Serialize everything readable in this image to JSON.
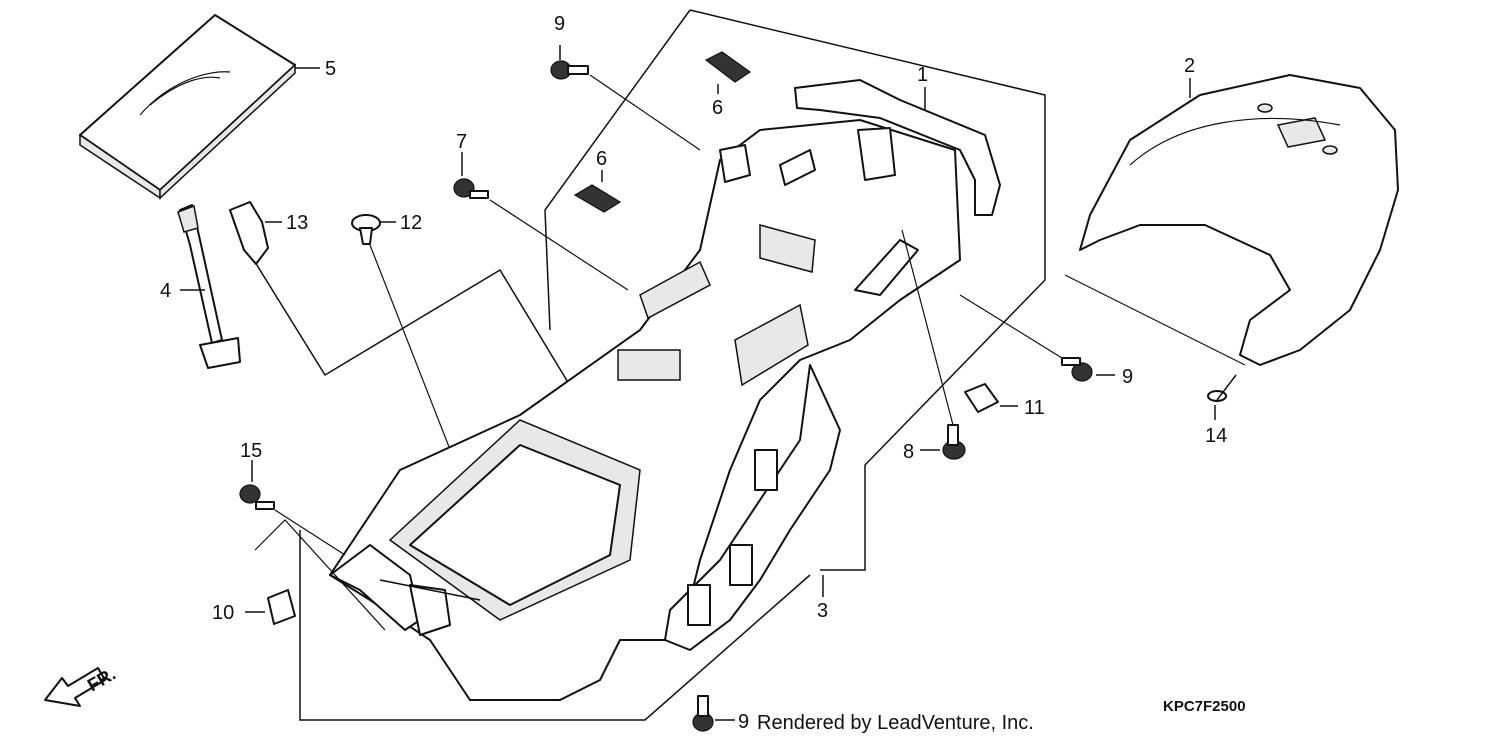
{
  "labels": {
    "l1": "1",
    "l2": "2",
    "l3": "3",
    "l4": "4",
    "l5": "5",
    "l6a": "6",
    "l6b": "6",
    "l7": "7",
    "l8": "8",
    "l9a": "9",
    "l9b": "9",
    "l9c": "9",
    "l10": "10",
    "l11": "11",
    "l12": "12",
    "l13": "13",
    "l14": "14",
    "l15": "15"
  },
  "footer": {
    "rendered_by": "Rendered by LeadVenture, Inc.",
    "diagram_code": "KPC7F2500"
  },
  "direction": {
    "front_label": "FR."
  }
}
